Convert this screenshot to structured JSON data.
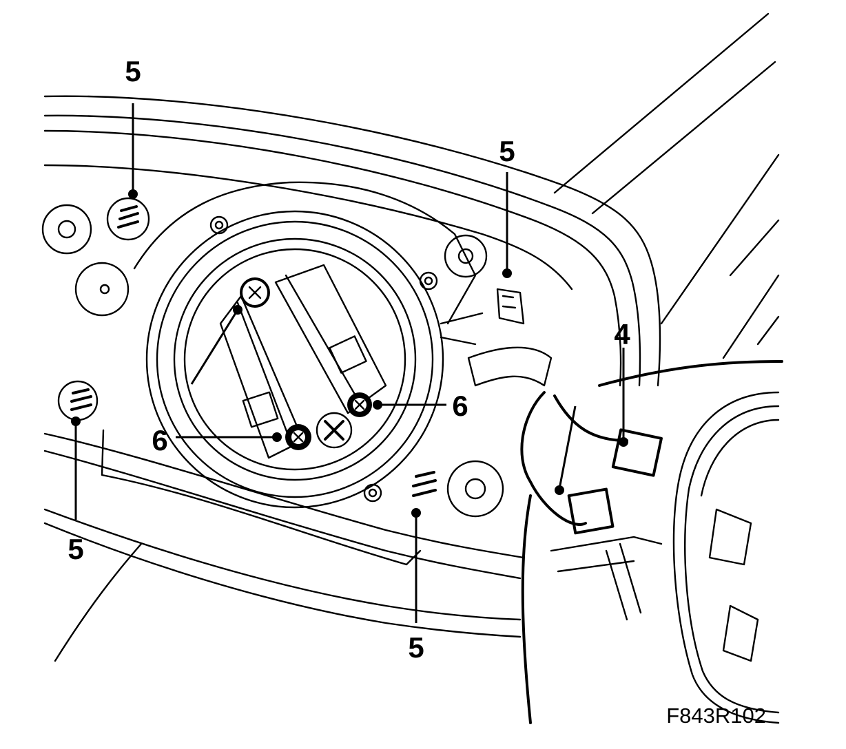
{
  "figure_code": "F843R102",
  "callouts": {
    "c5_top_left": "5",
    "c5_top_mid": "5",
    "c5_left_bottom": "5",
    "c5_bottom_mid": "5",
    "c4": "4",
    "c6_left": "6",
    "c6_right": "6"
  }
}
